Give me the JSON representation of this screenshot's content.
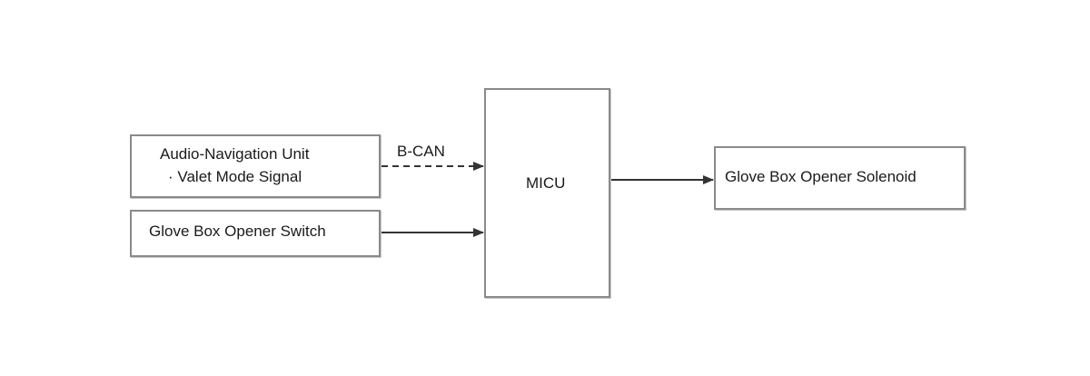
{
  "diagram": {
    "audio_unit": {
      "line1": "Audio-Navigation Unit",
      "line2": "· Valet Mode Signal"
    },
    "switch": {
      "label": "Glove Box Opener Switch"
    },
    "micu": {
      "label": "MICU"
    },
    "solenoid": {
      "label": "Glove Box Opener Solenoid"
    },
    "bcan_label": "B-CAN"
  },
  "colors": {
    "box_border": "#8a8a8a",
    "line": "#333333",
    "text": "#1a1a1a"
  }
}
